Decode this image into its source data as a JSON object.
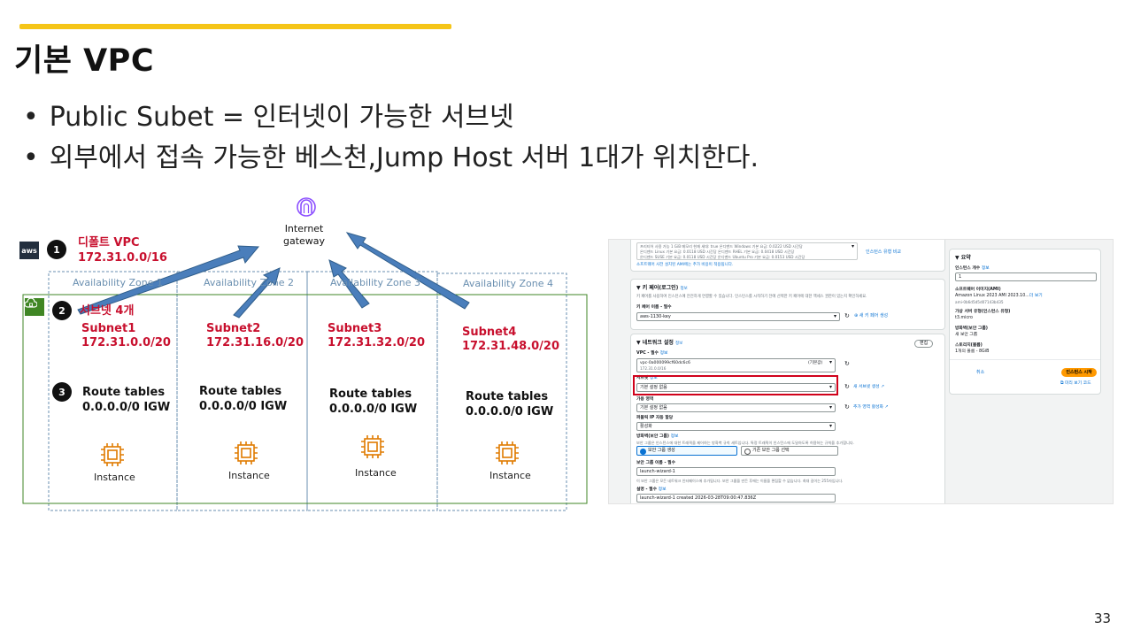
{
  "slide": {
    "title": "기본 VPC",
    "bullets": [
      "Public Subet = 인터넷이 가능한 서브넷",
      "외부에서 접속 가능한 베스천,Jump Host 서버 1대가 위치한다."
    ],
    "page_number": "33"
  },
  "diagram": {
    "aws_logo": "aws",
    "igw_label_1": "Internet",
    "igw_label_2": "gateway",
    "step_numbers": [
      "1",
      "2",
      "3"
    ],
    "vpc_label": "디폴트 VPC",
    "vpc_cidr": "172.31.0.0/16",
    "subnet_count_label": "서브넷 4개",
    "instance_label": "Instance",
    "zones": [
      {
        "az": "Availability Zone 1",
        "subnet": "Subnet1",
        "cidr": "172.31.0.0/20",
        "rt_title": "Route tables",
        "rt_route": "0.0.0.0/0 IGW"
      },
      {
        "az": "Availability Zone 2",
        "subnet": "Subnet2",
        "cidr": "172.31.16.0/20",
        "rt_title": "Route tables",
        "rt_route": "0.0.0.0/0 IGW"
      },
      {
        "az": "Availability Zone 3",
        "subnet": "Subnet3",
        "cidr": "172.31.32.0/20",
        "rt_title": "Route tables",
        "rt_route": "0.0.0.0/0 IGW"
      },
      {
        "az": "Availability Zone 4",
        "subnet": "Subnet4",
        "cidr": "172.31.48.0/20",
        "rt_title": "Route tables",
        "rt_route": "0.0.0.0/0 IGW"
      }
    ],
    "colors": {
      "red": "#c8102e",
      "vpc_border": "#3f8624",
      "az_border": "#6a8fb0",
      "arrow": "#4a7ebb"
    }
  },
  "console": {
    "ami_lines": [
      "프리티어 사용 가능    1 GiB 메모리    현재 세대: true    온디맨드 Windows 기본 요금: 0.0222 USD 시간당",
      "온디맨드 Linux 기본 요금: 0.0118 USD 시간당    온디맨드 RHEL 기본 요금: 0.0418 USD 시간당",
      "온디맨드 SUSE 기본 요금: 0.0118 USD 시간당    온디맨드 Ubuntu Pro 기본 요금: 0.0153 USD 시간당"
    ],
    "ami_note": "소프트웨어 사전 설치된 AMI에는 추가 비용이 적용됩니다.",
    "compare_link": "인스턴스 유형 비교",
    "keypair": {
      "header": "키 페어(로그인)",
      "info": "정보",
      "desc": "키 페어를 사용하여 인스턴스에 안전하게 연결할 수 있습니다. 인스턴스를 시작하기 전에 선택한 키 페어에 대한 액세스 권한이 있는지 확인하세요.",
      "field_label": "키 페어 이름 - 필수",
      "value": "aws-1130-key",
      "new_link": "새 키 페어 생성"
    },
    "network": {
      "header": "네트워크 설정",
      "info": "정보",
      "edit": "편집",
      "vpc_label": "VPC - 필수",
      "vpc_value": "vpc-0a000099cf60dc6c6",
      "vpc_cidr": "172.31.0.0/16",
      "vpc_default": "(기본값)",
      "subnet_label": "서브넷",
      "subnet_value": "기본 설정 없음",
      "subnet_new": "새 서브넷 생성",
      "az_label": "가용 영역",
      "az_value": "기본 설정 없음",
      "az_new": "추가 영역 활성화",
      "public_ip_label": "퍼블릭 IP 자동 할당",
      "public_ip_value": "활성화",
      "firewall_label": "방화벽(보안 그룹)",
      "firewall_desc": "보안 그룹은 인스턴스에 대한 트래픽을 제어하는 방화벽 규칙 세트입니다. 특정 트래픽이 인스턴스에 도달하도록 허용하는 규칙을 추가합니다.",
      "sg_create": "보안 그룹 생성",
      "sg_existing": "기존 보안 그룹 선택",
      "sg_name_label": "보안 그룹 이름 - 필수",
      "sg_name_value": "launch-wizard-1",
      "sg_name_help": "이 보안 그룹은 모든 네트워크 인터페이스에 추가됩니다. 보안 그룹을 만든 후에는 이름을 편집할 수 없습니다. 최대 길이는 255자입니다.",
      "desc_label": "설명 - 필수",
      "desc_value": "launch-wizard-1 created 2026-03-28T09:00:47.836Z"
    },
    "summary": {
      "header": "요약",
      "count_label": "인스턴스 개수",
      "count_info": "정보",
      "count_value": "1",
      "ami_label": "소프트웨어 이미지(AMI)",
      "ami_value": "Amazon Linux 2023 AMI 2023.10...",
      "ami_more": "더 보기",
      "ami_id": "ami-0b6d5d5d07143b435",
      "type_label": "가상 서버 유형(인스턴스 유형)",
      "type_value": "t3.micro",
      "fw_label": "방화벽(보안 그룹)",
      "fw_value": "새 보안 그룹",
      "storage_label": "스토리지(볼륨)",
      "storage_value": "1개의 볼륨 - 8GiB",
      "cancel": "취소",
      "launch": "인스턴스 시작",
      "preview": "미리 보기 코드"
    }
  }
}
